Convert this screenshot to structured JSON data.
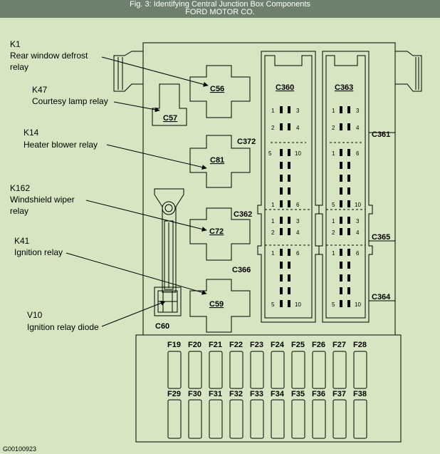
{
  "figure": {
    "title_line1": "Fig. 3: Identifying Central Junction Box Components",
    "title_line2": "FORD MOTOR CO.",
    "figure_id": "G00100923"
  },
  "callouts": [
    {
      "id": "K1",
      "line1": "Rear window defrost",
      "line2": "relay"
    },
    {
      "id": "K47",
      "line1": "Courtesy lamp relay",
      "line2": ""
    },
    {
      "id": "K14",
      "line1": "Heater blower relay",
      "line2": ""
    },
    {
      "id": "K162",
      "line1": "Windshield wiper",
      "line2": "relay"
    },
    {
      "id": "K41",
      "line1": "Ignition relay",
      "line2": ""
    },
    {
      "id": "V10",
      "line1": "Ignition relay diode",
      "line2": ""
    }
  ],
  "relays": {
    "c56": "C56",
    "c57": "C57",
    "c81": "C81",
    "c72": "C72",
    "c59": "C59",
    "c60": "C60"
  },
  "connectors": {
    "c360": "C360",
    "c363": "C363",
    "c361": "C361",
    "c372": "C372",
    "c362": "C362",
    "c365": "C365",
    "c366": "C366",
    "c364": "C364"
  },
  "pins": {
    "p1": "1",
    "p2": "2",
    "p3": "3",
    "p4": "4",
    "p5": "5",
    "p6": "6",
    "p10": "10"
  },
  "fuses_top": [
    "F19",
    "F20",
    "F21",
    "F22",
    "F23",
    "F24",
    "F25",
    "F26",
    "F27",
    "F28"
  ],
  "fuses_bottom": [
    "F29",
    "F30",
    "F31",
    "F32",
    "F33",
    "F34",
    "F35",
    "F36",
    "F37",
    "F38"
  ]
}
